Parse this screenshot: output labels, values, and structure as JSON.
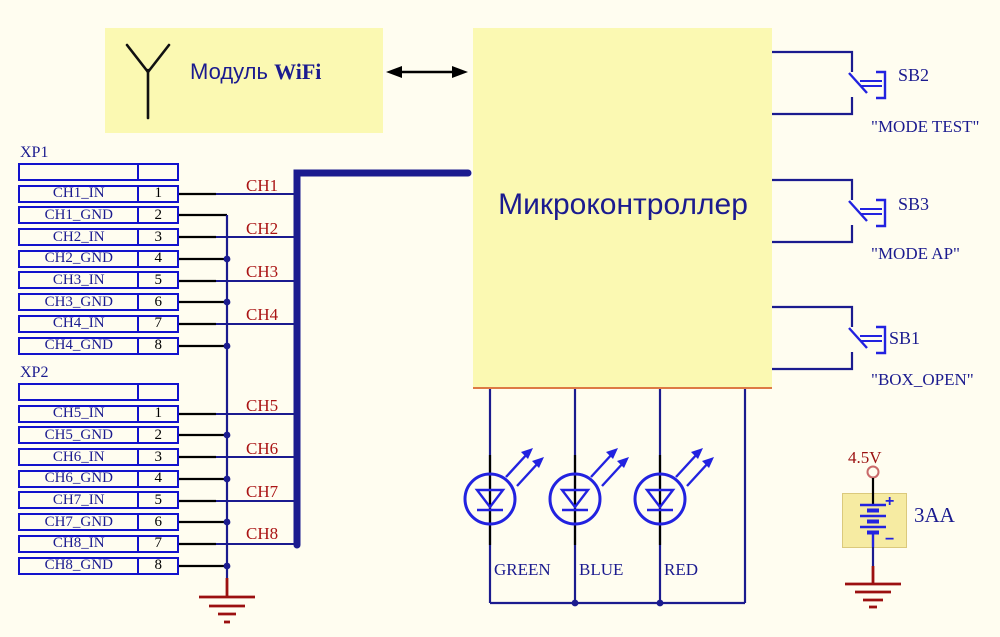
{
  "wifi": {
    "module": "Модуль",
    "brand": "WiFi"
  },
  "mcu": {
    "label": "Микроконтроллер"
  },
  "connectors": {
    "xp1": {
      "title": "XP1",
      "rows": [
        {
          "name": "CH1_IN",
          "pin": "1"
        },
        {
          "name": "CH1_GND",
          "pin": "2"
        },
        {
          "name": "CH2_IN",
          "pin": "3"
        },
        {
          "name": "CH2_GND",
          "pin": "4"
        },
        {
          "name": "CH3_IN",
          "pin": "5"
        },
        {
          "name": "CH3_GND",
          "pin": "6"
        },
        {
          "name": "CH4_IN",
          "pin": "7"
        },
        {
          "name": "CH4_GND",
          "pin": "8"
        }
      ]
    },
    "xp2": {
      "title": "XP2",
      "rows": [
        {
          "name": "CH5_IN",
          "pin": "1"
        },
        {
          "name": "CH5_GND",
          "pin": "2"
        },
        {
          "name": "CH6_IN",
          "pin": "3"
        },
        {
          "name": "CH6_GND",
          "pin": "4"
        },
        {
          "name": "CH7_IN",
          "pin": "5"
        },
        {
          "name": "CH7_GND",
          "pin": "6"
        },
        {
          "name": "CH8_IN",
          "pin": "7"
        },
        {
          "name": "CH8_GND",
          "pin": "8"
        }
      ]
    }
  },
  "channels": [
    "CH1",
    "CH2",
    "CH3",
    "CH4",
    "CH5",
    "CH6",
    "CH7",
    "CH8"
  ],
  "buttons": [
    {
      "name": "SB2",
      "caption": "\"MODE TEST\""
    },
    {
      "name": "SB3",
      "caption": "\"MODE AP\""
    },
    {
      "name": "SB1",
      "caption": "\"BOX_OPEN\""
    }
  ],
  "leds": [
    "GREEN",
    "BLUE",
    "RED"
  ],
  "battery": {
    "voltage": "4.5V",
    "name": "3AA",
    "plus": "+",
    "minus": "−"
  },
  "colors": {
    "background": "#fffdf0",
    "block_fill": "#fbf9b2",
    "battery_fill": "#f6eba2",
    "wire_navy": "#1b1b8f",
    "table_blue": "#1212cc",
    "symbol_blue": "#2222e0",
    "channel_red": "#aa1414",
    "power_dark_red": "#9b1010",
    "mcu_bottom_line": "#dd7a44",
    "black": "#000000"
  }
}
